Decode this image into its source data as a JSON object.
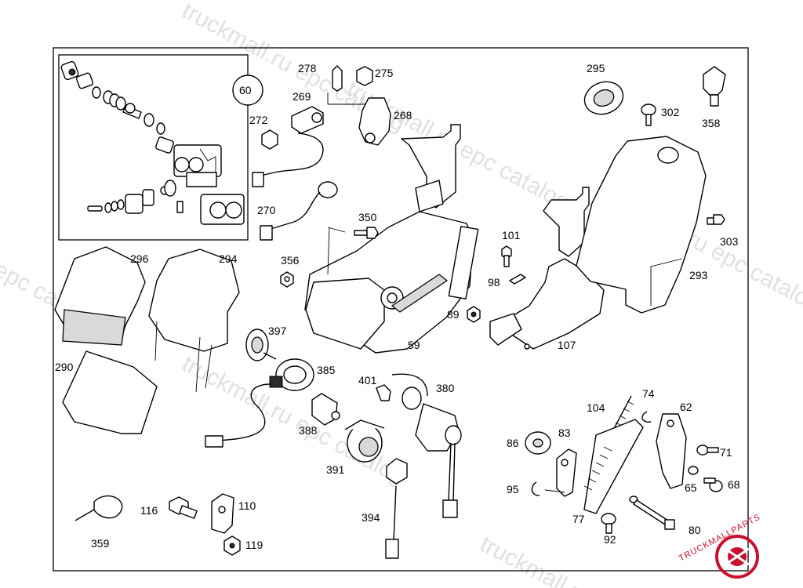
{
  "watermark": {
    "text_a": "truckmall.ru epc catalog",
    "text_b": "epc catalog",
    "text_c": "truckmall.ru"
  },
  "logo": {
    "text": "TRUCKMALLPARTS",
    "color": "#c8102e"
  },
  "inset": {
    "callout": "60"
  },
  "labels": {
    "278": "278",
    "275": "275",
    "269": "269",
    "272": "272",
    "268": "268",
    "295": "295",
    "302": "302",
    "358": "358",
    "270": "270",
    "350": "350",
    "101": "101",
    "303": "303",
    "296": "296",
    "294": "294",
    "356": "356",
    "98": "98",
    "293": "293",
    "89": "89",
    "59": "59",
    "107": "107",
    "397": "397",
    "290": "290",
    "385": "385",
    "401": "401",
    "380": "380",
    "104": "104",
    "74": "74",
    "62": "62",
    "388": "388",
    "86": "86",
    "83": "83",
    "71": "71",
    "391": "391",
    "95": "95",
    "65": "65",
    "68": "68",
    "116": "116",
    "110": "110",
    "394": "394",
    "77": "77",
    "80": "80",
    "92": "92",
    "359": "359",
    "119": "119"
  }
}
